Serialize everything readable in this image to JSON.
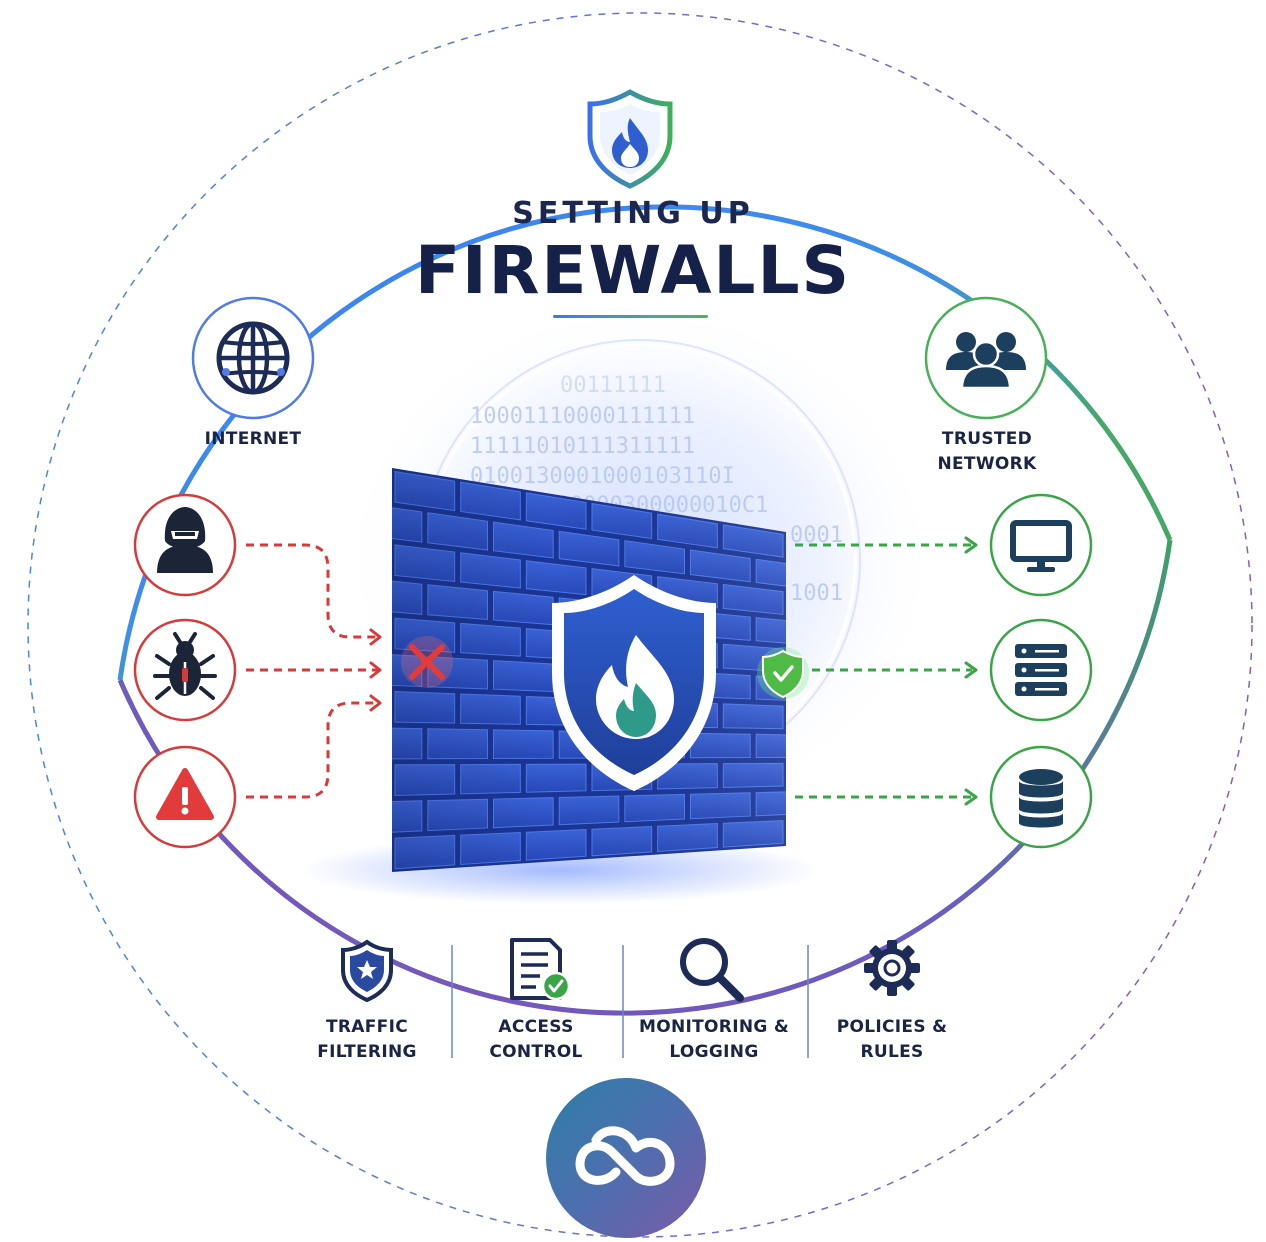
{
  "header": {
    "subtitle": "SETTING UP",
    "title": "FIREWALLS"
  },
  "left_group": {
    "label": "INTERNET",
    "icon": "globe-icon",
    "threats": [
      {
        "icon": "hacker-icon",
        "status": "blocked"
      },
      {
        "icon": "bug-icon",
        "status": "blocked"
      },
      {
        "icon": "warning-icon",
        "status": "blocked"
      }
    ],
    "blocked_marker": "x-icon"
  },
  "right_group": {
    "label_line1": "TRUSTED",
    "label_line2": "NETWORK",
    "icon": "users-icon",
    "assets": [
      {
        "icon": "monitor-icon"
      },
      {
        "icon": "server-icon"
      },
      {
        "icon": "database-icon"
      }
    ],
    "allowed_marker": "check-shield-icon"
  },
  "center": {
    "icon": "firewall-shield-icon",
    "binary_rows": [
      "00111111",
      "10001110000111111",
      "11111010111311111",
      "0100130001000103110I",
      "1000000300000010C1",
      "0001",
      "1001"
    ]
  },
  "features": [
    {
      "line1": "TRAFFIC",
      "line2": "FILTERING",
      "icon": "shield-icon"
    },
    {
      "line1": "ACCESS",
      "line2": "CONTROL",
      "icon": "document-check-icon"
    },
    {
      "line1": "MONITORING &",
      "line2": "LOGGING",
      "icon": "search-icon"
    },
    {
      "line1": "POLICIES &",
      "line2": "RULES",
      "icon": "gear-icon"
    }
  ],
  "brand": {
    "icon": "cloud-logo-icon"
  },
  "colors": {
    "primary_blue": "#2a54c8",
    "navy": "#16214a",
    "threat_red": "#d63a3a",
    "safe_green": "#3aa547",
    "ring_start": "#3a7ff0",
    "ring_end": "#43a85a",
    "ring_purple": "#7a55b8"
  }
}
